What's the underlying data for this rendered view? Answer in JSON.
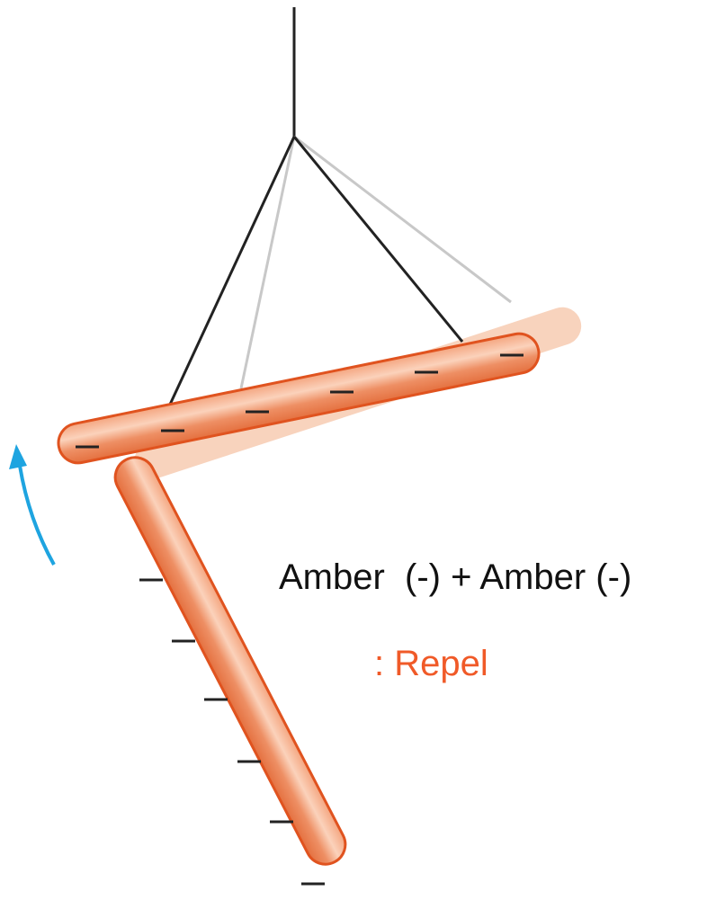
{
  "labels": {
    "equation": "Amber  (-) + Amber (-)",
    "result": ": Repel"
  },
  "charges": {
    "symbol": "−",
    "hanging_rod_count": 6,
    "lower_rod_count": 6
  },
  "icons": {
    "motion_arrow": "curved-arrow-up-icon"
  },
  "colors": {
    "rod_fill": "#ee8f64",
    "rod_highlight": "#fbd2bb",
    "rod_stroke": "#e0531f",
    "ghost_rod": "#f8d3bd",
    "string": "#222222",
    "ghost_string": "#c8c8c8",
    "arrow": "#1ea4e0",
    "result_text": "#f05a28",
    "text": "#111111"
  }
}
